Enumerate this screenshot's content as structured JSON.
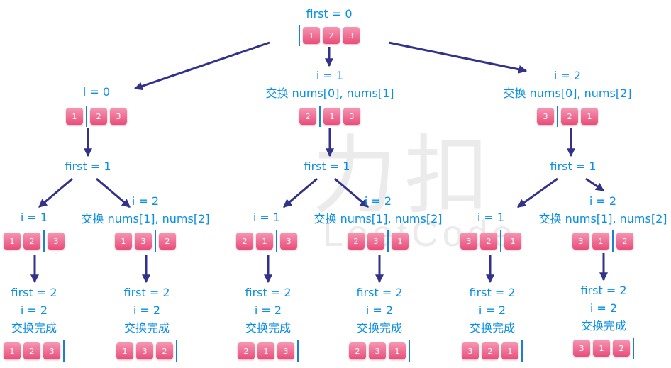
{
  "colors": {
    "text": "#0a8fe6",
    "edge": "#33328a",
    "cell_top": "#f596b3",
    "cell_bottom": "#e94d7a",
    "divider": "#1b7fd4"
  },
  "watermark": {
    "brand": "力扣",
    "latin": "LeetCode"
  },
  "nodes": {
    "root": {
      "lines": [
        "first = 0"
      ],
      "left": [],
      "right": [
        "1",
        "2",
        "3"
      ]
    },
    "i0": {
      "lines": [
        "i = 0"
      ],
      "left": [
        "1"
      ],
      "right": [
        "2",
        "3"
      ]
    },
    "i1": {
      "lines": [
        "i = 1",
        "交换 nums[0], nums[1]"
      ],
      "left": [
        "2"
      ],
      "right": [
        "1",
        "3"
      ]
    },
    "i2": {
      "lines": [
        "i = 2",
        "交换 nums[0], nums[2]"
      ],
      "left": [
        "3"
      ],
      "right": [
        "2",
        "1"
      ]
    },
    "f1_a": {
      "lines": [
        "first = 1"
      ]
    },
    "f1_b": {
      "lines": [
        "first = 1"
      ]
    },
    "f1_c": {
      "lines": [
        "first = 1"
      ]
    },
    "a_i1": {
      "lines": [
        "i = 1"
      ],
      "left": [
        "1",
        "2"
      ],
      "right": [
        "3"
      ]
    },
    "a_i2": {
      "lines": [
        "i = 2",
        "交换 nums[1], nums[2]"
      ],
      "left": [
        "1",
        "3"
      ],
      "right": [
        "2"
      ]
    },
    "b_i1": {
      "lines": [
        "i = 1"
      ],
      "left": [
        "2",
        "1"
      ],
      "right": [
        "3"
      ]
    },
    "b_i2": {
      "lines": [
        "i = 2",
        "交换 nums[1], nums[2]"
      ],
      "left": [
        "2",
        "3"
      ],
      "right": [
        "1"
      ]
    },
    "c_i1": {
      "lines": [
        "i = 1"
      ],
      "left": [
        "3",
        "2"
      ],
      "right": [
        "1"
      ]
    },
    "c_i2": {
      "lines": [
        "i = 2",
        "交换 nums[1], nums[2]"
      ],
      "left": [
        "3",
        "1"
      ],
      "right": [
        "2"
      ]
    },
    "leaf_1": {
      "lines": [
        "first = 2",
        "i = 2",
        "交换完成"
      ],
      "left": [
        "1",
        "2",
        "3"
      ],
      "right": []
    },
    "leaf_2": {
      "lines": [
        "first = 2",
        "i = 2",
        "交换完成"
      ],
      "left": [
        "1",
        "3",
        "2"
      ],
      "right": []
    },
    "leaf_3": {
      "lines": [
        "first = 2",
        "i = 2",
        "交换完成"
      ],
      "left": [
        "2",
        "1",
        "3"
      ],
      "right": []
    },
    "leaf_4": {
      "lines": [
        "first = 2",
        "i = 2",
        "交换完成"
      ],
      "left": [
        "2",
        "3",
        "1"
      ],
      "right": []
    },
    "leaf_5": {
      "lines": [
        "first = 2",
        "i = 2",
        "交换完成"
      ],
      "left": [
        "3",
        "2",
        "1"
      ],
      "right": []
    },
    "leaf_6": {
      "lines": [
        "first = 2",
        "i = 2",
        "交换完成"
      ],
      "left": [
        "3",
        "1",
        "2"
      ],
      "right": []
    }
  },
  "edges": [
    [
      "root",
      "i0"
    ],
    [
      "root",
      "i1"
    ],
    [
      "root",
      "i2"
    ],
    [
      "i0",
      "f1_a"
    ],
    [
      "i1",
      "f1_b"
    ],
    [
      "i2",
      "f1_c"
    ],
    [
      "f1_a",
      "a_i1"
    ],
    [
      "f1_a",
      "a_i2"
    ],
    [
      "f1_b",
      "b_i1"
    ],
    [
      "f1_b",
      "b_i2"
    ],
    [
      "f1_c",
      "c_i1"
    ],
    [
      "f1_c",
      "c_i2"
    ],
    [
      "a_i1",
      "leaf_1"
    ],
    [
      "a_i2",
      "leaf_2"
    ],
    [
      "b_i1",
      "leaf_3"
    ],
    [
      "b_i2",
      "leaf_4"
    ],
    [
      "c_i1",
      "leaf_5"
    ],
    [
      "c_i2",
      "leaf_6"
    ]
  ]
}
